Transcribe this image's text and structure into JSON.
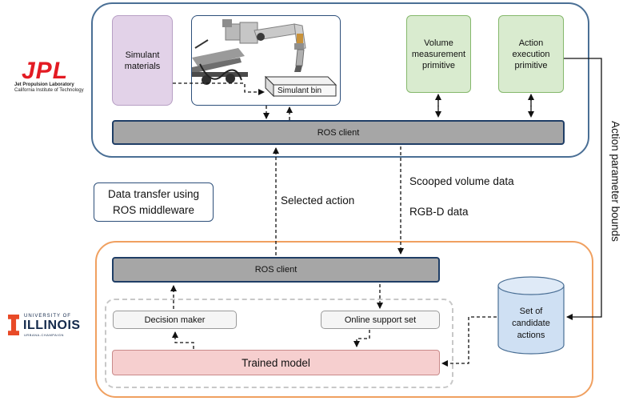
{
  "logos": {
    "jpl": {
      "mark": "JPL",
      "line1": "Jet Propulsion Laboratory",
      "line2": "California Institute of Technology"
    },
    "illinois": {
      "mark": "I",
      "line1": "UNIVERSITY OF",
      "line2": "ILLINOIS",
      "line3": "URBANA-CHAMPAIGN"
    }
  },
  "top": {
    "simulant_materials": [
      "Simulant",
      "materials"
    ],
    "simulant_bin": "Simulant bin",
    "volume_primitive": [
      "Volume",
      "measurement",
      "primitive"
    ],
    "action_primitive": [
      "Action",
      "execution",
      "primitive"
    ],
    "ros_client": "ROS client"
  },
  "middle": {
    "transfer_note": [
      "Data transfer using",
      "ROS middleware"
    ],
    "selected_action": "Selected action",
    "scooped_volume": "Scooped volume data",
    "rgbd": "RGB-D data",
    "param_bounds": "Action parameter bounds"
  },
  "bottom": {
    "ros_client": "ROS client",
    "decision_maker": "Decision maker",
    "online_support": "Online support set",
    "trained_model": "Trained model",
    "candidate_actions": [
      "Set of",
      "candidate",
      "actions"
    ]
  },
  "colors": {
    "top_frame": "#4a6f95",
    "bottom_frame": "#f0a060",
    "ros": "#a6a6a6",
    "green": "#d9ebcf",
    "purple": "#e2d2e8",
    "pink": "#f6cfcf",
    "db": "#cfe0f3",
    "jpl_red": "#e31b23",
    "illinois_orange": "#e84a27",
    "illinois_blue": "#13294b"
  }
}
